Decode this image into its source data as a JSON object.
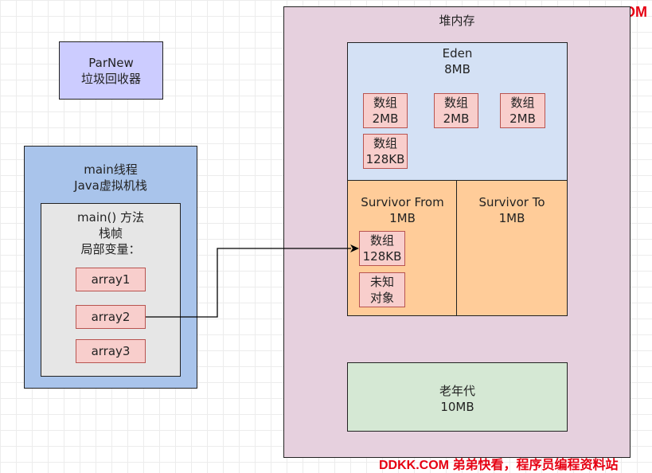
{
  "watermark_top": "DDKK.COM",
  "watermark_bottom": "DDKK.COM 弟弟快看，程序员编程资料站",
  "parnew": {
    "label": "ParNew\n垃圾回收器"
  },
  "thread": {
    "title": "main线程\nJava虚拟机栈",
    "frame": {
      "title": "main() 方法\n栈帧\n局部变量：",
      "vars": [
        "array1",
        "array2",
        "array3"
      ]
    }
  },
  "heap": {
    "title": "堆内存",
    "eden": {
      "title": "Eden\n8MB",
      "objects": [
        "数组\n2MB",
        "数组\n2MB",
        "数组\n2MB",
        "数组\n128KB"
      ]
    },
    "survivor_from": {
      "title": "Survivor From\n1MB",
      "objects": [
        "数组\n128KB",
        "未知\n对象"
      ]
    },
    "survivor_to": {
      "title": "Survivor To\n1MB"
    },
    "old_gen": {
      "title": "老年代\n10MB"
    }
  },
  "colors": {
    "parnew_fill": "#ccccff",
    "thread_fill": "#a9c4eb",
    "frame_fill": "#e6e6e6",
    "heap_fill": "#e6d0de",
    "eden_fill": "#d4e1f5",
    "survivor_fill": "#ffcc99",
    "oldgen_fill": "#d5e8d4",
    "array_fill": "#f8cecc",
    "watermark": "#e60012"
  }
}
